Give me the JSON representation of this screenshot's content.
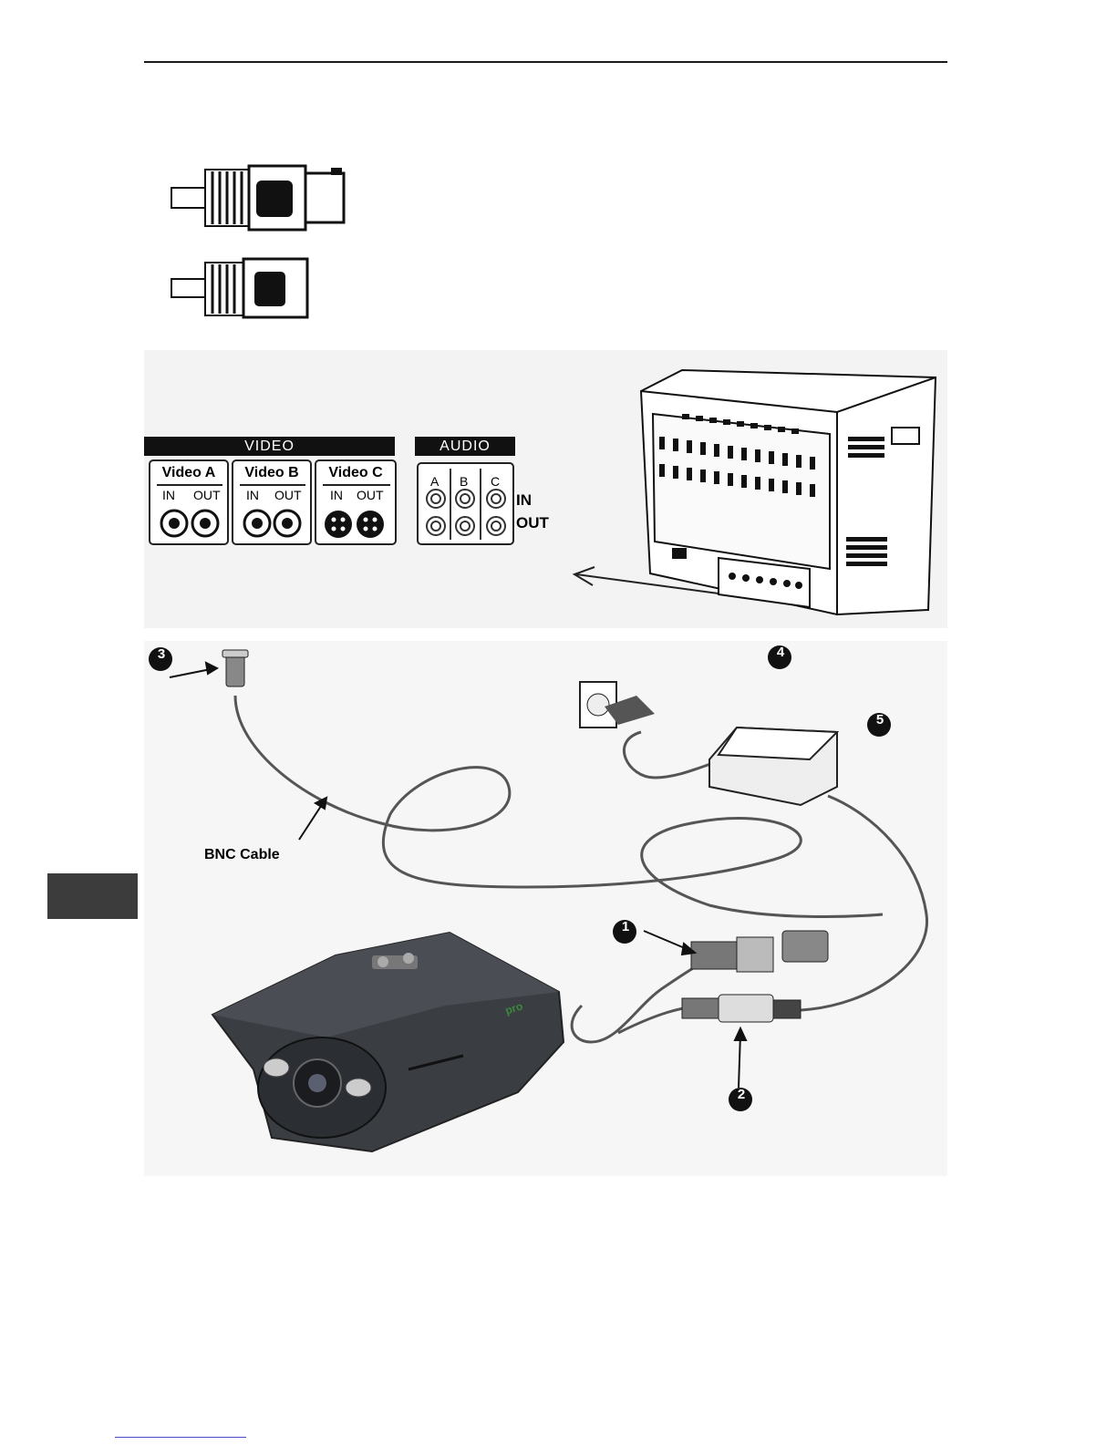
{
  "video_panel": {
    "header": "VIDEO",
    "channels": [
      {
        "name": "Video A",
        "in": "IN",
        "out": "OUT"
      },
      {
        "name": "Video B",
        "in": "IN",
        "out": "OUT"
      },
      {
        "name": "Video C",
        "in": "IN",
        "out": "OUT"
      }
    ]
  },
  "audio_panel": {
    "header": "AUDIO",
    "channels": [
      "A",
      "B",
      "C"
    ],
    "row_in": "IN",
    "row_out": "OUT"
  },
  "camera_diagram": {
    "bnc_cable_label": "BNC Cable",
    "callouts": [
      "1",
      "2",
      "3",
      "4",
      "5"
    ],
    "camera_brand": "pro"
  },
  "colors": {
    "rule": "#1a1a1a",
    "side_tab": "#3c3c3c",
    "camera_body": "#3a3d42",
    "panel_bg": "#f3f3f3"
  }
}
